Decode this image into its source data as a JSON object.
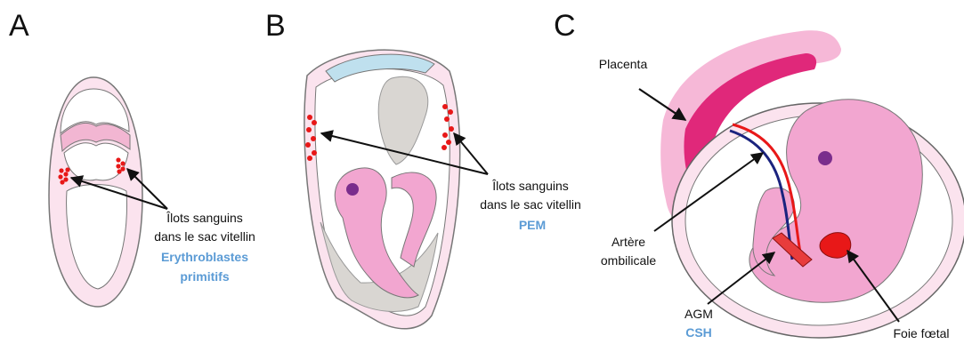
{
  "panels": {
    "A": {
      "letter": "A",
      "label_line1": "Îlots sanguins",
      "label_line2": "dans le sac vitellin",
      "label_blue1": "Erythroblastes",
      "label_blue2": "primitifs"
    },
    "B": {
      "letter": "B",
      "label_line1": "Îlots sanguins",
      "label_line2": "dans le sac vitellin",
      "label_blue": "PEM"
    },
    "C": {
      "letter": "C",
      "placenta": "Placenta",
      "artere1": "Artère",
      "artere2": "ombilicale",
      "agm": "AGM",
      "csh": "CSH",
      "foie": "Foie fœtal"
    }
  },
  "colors": {
    "pink_light": "#f5c6dc",
    "pink_mid": "#f0a8cc",
    "pink_embryo": "#f2a6d0",
    "magenta": "#e0287a",
    "blue_cap": "#bfe0ee",
    "grey": "#d9d6d2",
    "red": "#e81818",
    "purple": "#7a2d8c",
    "blue_label": "#5b9bd5",
    "artery_blue": "#1a237e"
  }
}
